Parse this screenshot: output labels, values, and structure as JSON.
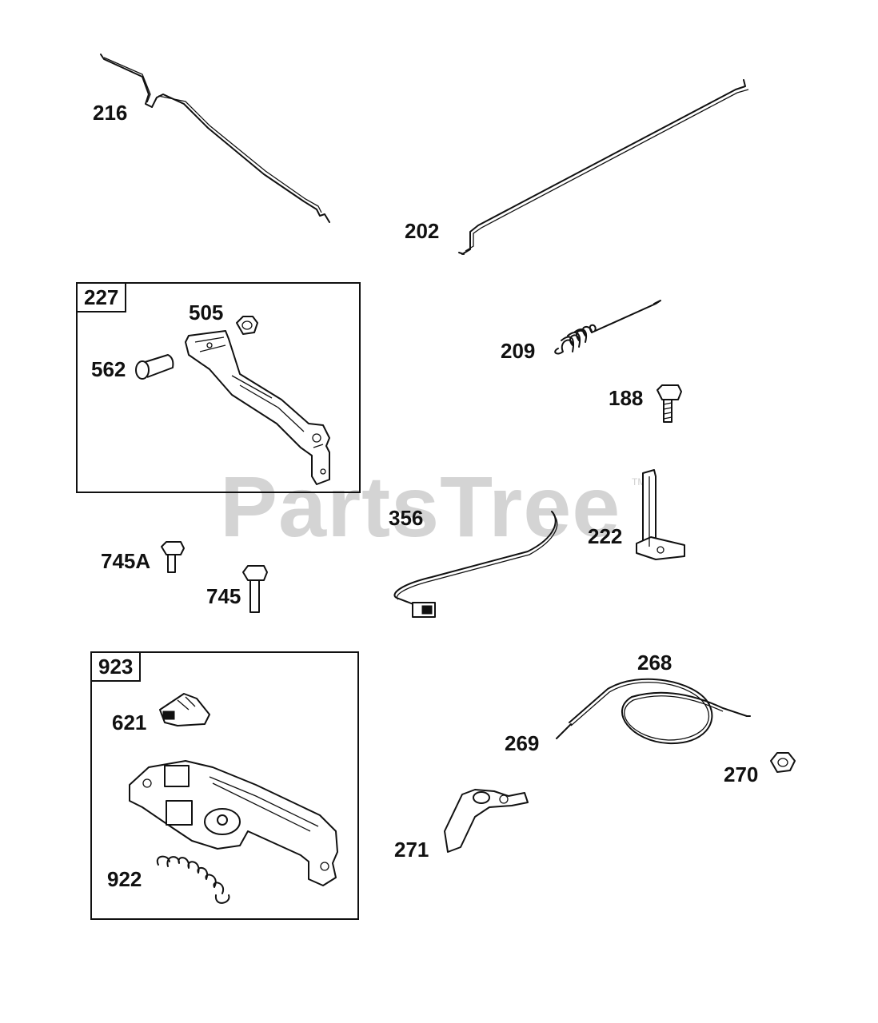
{
  "watermark": {
    "text": "PartsTree",
    "trademark": "TM"
  },
  "groups": [
    {
      "id": "227",
      "label": "227"
    },
    {
      "id": "923",
      "label": "923"
    }
  ],
  "parts": {
    "p216": "216",
    "p202": "202",
    "p505": "505",
    "p562": "562",
    "p209": "209",
    "p188": "188",
    "p356": "356",
    "p222": "222",
    "p745a": "745A",
    "p745": "745",
    "p268": "268",
    "p621": "621",
    "p269": "269",
    "p270": "270",
    "p271": "271",
    "p922": "922"
  }
}
